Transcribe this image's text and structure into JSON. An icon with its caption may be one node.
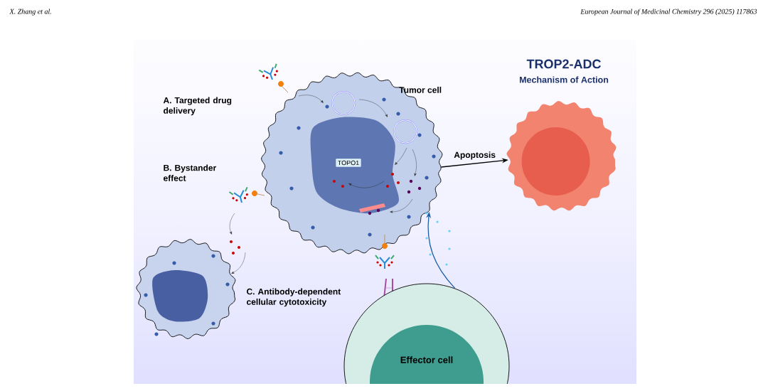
{
  "diagram": {
    "title": "TROP2-ADC",
    "nodes": [
      {
        "text": [
          "Tumor cell"
        ]
      },
      {
        "text": [],
        "shape": "circle"
      },
      {
        "text": [],
        "shape": "circle"
      },
      {
        "text": [
          "Effector cell"
        ]
      },
      {
        "text": [
          "TOPO1"
        ],
        "in": 0
      }
    ],
    "edges": [
      {
        "from": 0,
        "to": 1,
        "arrow": "to",
        "label": "Apoptosis"
      },
      {
        "from": 3,
        "to": 0,
        "arrow": "to",
        "color": "#1f5fa8"
      }
    ],
    "labels": [
      "X. Zhang et al.",
      "European Journal of Medicinal Chemistry 296 (2025) 117863",
      "Mechanism of Action",
      "A. Targeted drug delivery",
      "B. Bystander effect",
      "C. Antibody-dependent cellular cytotoxicity"
    ]
  }
}
